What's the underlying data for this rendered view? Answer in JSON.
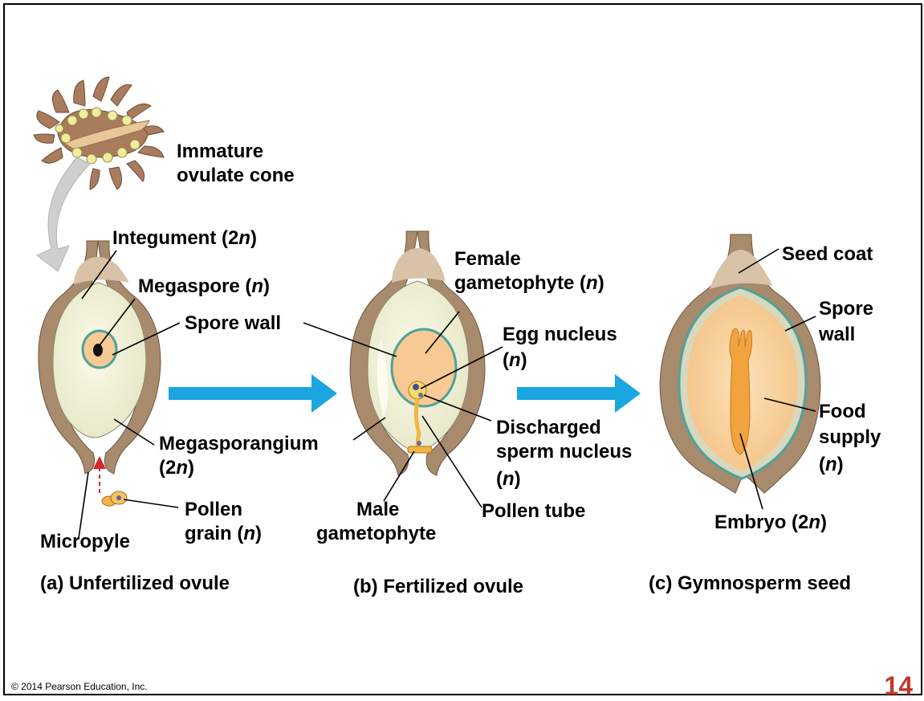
{
  "colors": {
    "integument": "#a88a6c",
    "megasporangium": "#efefd6",
    "female_gametophyte": "#f7c993",
    "arrow": "#1aa6e0",
    "spore_wall": "#4da39a",
    "embryo": "#f3a33d",
    "pagenum": "#c0392b"
  },
  "labels": {
    "immature_cone": [
      "Immature",
      "ovulate cone"
    ],
    "integument": [
      "Integument (2",
      "n",
      ")"
    ],
    "megaspore": [
      "Megaspore (",
      "n",
      ")"
    ],
    "spore_wall_a": "Spore wall",
    "megasporangium": [
      "Megasporangium",
      "(2",
      "n",
      ")"
    ],
    "micropyle": "Micropyle",
    "pollen_grain": [
      "Pollen",
      "grain (",
      "n",
      ")"
    ],
    "female_gametophyte": [
      "Female",
      "gametophyte (",
      "n",
      ")"
    ],
    "egg_nucleus": [
      "Egg nucleus",
      "(",
      "n",
      ")"
    ],
    "discharged_sperm": [
      "Discharged",
      "sperm nucleus",
      "(",
      "n",
      ")"
    ],
    "male_gametophyte": [
      "Male",
      "gametophyte"
    ],
    "pollen_tube": "Pollen tube",
    "seed_coat": "Seed coat",
    "spore_wall_c": [
      "Spore",
      "wall"
    ],
    "food_supply": [
      "Food",
      "supply",
      "(",
      "n",
      ")"
    ],
    "embryo": [
      "Embryo (2",
      "n",
      ")"
    ]
  },
  "captions": {
    "a": "(a) Unfertilized ovule",
    "b": "(b) Fertilized ovule",
    "c": "(c) Gymnosperm seed"
  },
  "footer": {
    "copyright": "© 2014 Pearson Education, Inc.",
    "page_number": "14"
  }
}
